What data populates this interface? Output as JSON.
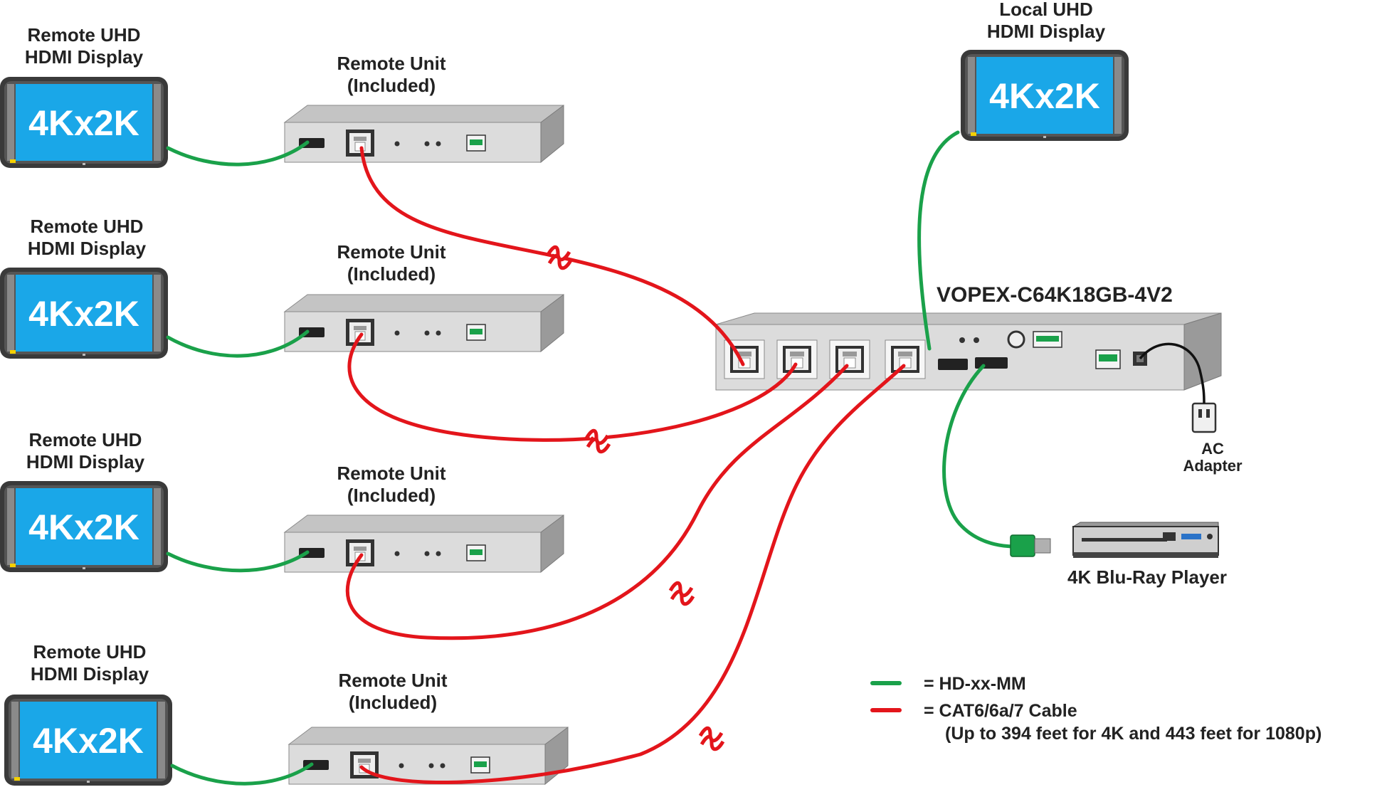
{
  "diagram": {
    "displays": {
      "remote_label_line1": "Remote UHD",
      "remote_label_line2": "HDMI Display",
      "local_label_line1": "Local UHD",
      "local_label_line2": "HDMI Display",
      "screen_text": "4Kx2K"
    },
    "remote_units": {
      "label_line1": "Remote Unit",
      "label_line2": "(Included)"
    },
    "main_unit": {
      "model": "VOPEX-C64K18GB-4V2"
    },
    "ac_adapter": {
      "label_line1": "AC",
      "label_line2": "Adapter"
    },
    "source": {
      "label": "4K Blu-Ray Player"
    },
    "legend": {
      "green_label": "= HD-xx-MM",
      "red_label": "= CAT6/6a/7 Cable",
      "red_note": "(Up to 394 feet for 4K and 443 feet for 1080p)"
    },
    "colors": {
      "hdmi_cable": "#1aa14a",
      "cat_cable": "#e3151b",
      "screen": "#1aa7e8",
      "bezel": "#3a3a3a",
      "chassis_front": "#dcdcdc",
      "chassis_top": "#c4c4c4",
      "chassis_side": "#9a9a9a"
    }
  }
}
